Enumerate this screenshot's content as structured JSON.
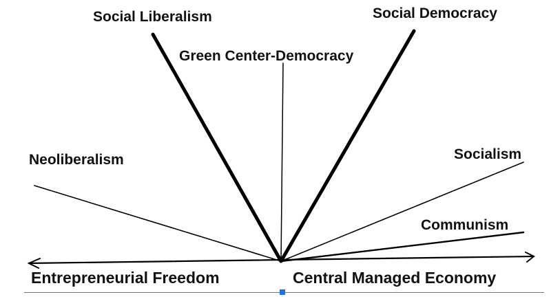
{
  "labels": {
    "social_liberalism": "Social Liberalism",
    "social_democracy": "Social Democracy",
    "green_center_democracy": "Green Center-Democracy",
    "neoliberalism": "Neoliberalism",
    "socialism": "Socialism",
    "communism": "Communism"
  },
  "axis": {
    "left": "Entrepreneurial Freedom",
    "right": "Central Managed Economy"
  },
  "colors": {
    "ink": "#000000",
    "selection": "#1a73e8"
  }
}
